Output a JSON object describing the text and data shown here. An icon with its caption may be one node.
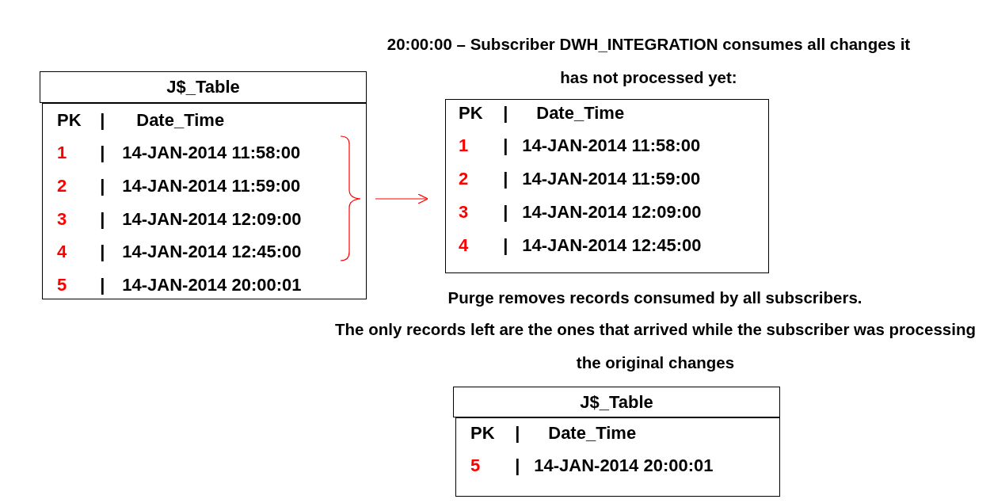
{
  "diagram": {
    "nodes": [
      {
        "text": [
          "J$_Table",
          "PK | Date_Time",
          "1 | 14-JAN-2014 11:58:00",
          "2 | 14-JAN-2014 11:59:00",
          "3 | 14-JAN-2014 12:09:00",
          "4 | 14-JAN-2014 12:45:00",
          "5 | 14-JAN-2014 20:00:01"
        ]
      },
      {
        "text": [
          "PK | Date_Time",
          "1 | 14-JAN-2014 11:58:00",
          "2 | 14-JAN-2014 11:59:00",
          "3 | 14-JAN-2014 12:09:00",
          "4 | 14-JAN-2014 12:45:00"
        ]
      },
      {
        "text": [
          "J$_Table",
          "PK | Date_Time",
          "5 | 14-JAN-2014 20:00:01"
        ]
      }
    ],
    "edges": [
      {
        "from": 0,
        "to": 1,
        "arrow": "to",
        "color": "#ff0000"
      }
    ],
    "labels": [
      "20:00:00 – Subscriber DWH_INTEGRATION consumes all changes it has not processed yet:",
      "Purge removes records consumed by all subscribers.",
      "The only records left are the ones that arrived while the subscriber was processing the original changes"
    ]
  }
}
